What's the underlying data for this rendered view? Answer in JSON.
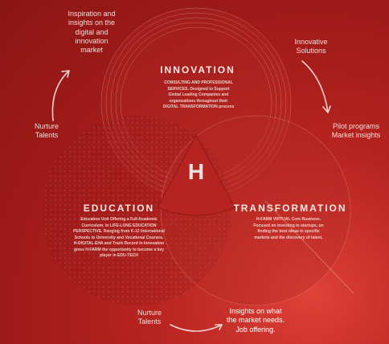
{
  "corners": {
    "top_left": "Inspiration and\ninsights on the\ndigital and\ninnovation\nmarket",
    "top_right": "Innovative\nSolutions",
    "mid_left": "Nurture\nTalents",
    "mid_right": "Pilot programs\nMarket insights",
    "bottom_left": "Nurture\nTalents",
    "bottom_right": "Insights on what\nthe market needs.\nJob offering."
  },
  "sections": {
    "innovation": {
      "title": "INNOVATION",
      "desc": "CONSULTING AND PROFESSIONAL\nSERVICES. Designed to Support\nGlobal Leading Companies and\norganizations throughout their\nDIGITAL TRANSFORMATION process"
    },
    "education": {
      "title": "EDUCATION",
      "desc": "Education Unit Offering a Full Academic\nCurriculum. In LIFE-LONG EDUCATION\nPERSPECTIVE. Ranging from K-12 International\nSchools to University and Vocational Courses.\nH-DIGITAL EHA and Track Record in Innovation\ngives H-FARM the opportunity to become a key\nplayer in EDU-TECH"
    },
    "transformation": {
      "title": "TRANSFORMATION",
      "desc": "H-FARM VIRTUAL Core Business.\nFocused on investing in startups, on\nfinding the best ideas in specific\nmarkets and the discovery of talent."
    }
  },
  "center_logo": "H",
  "colors": {
    "background": "#a61c1a",
    "accent_light": "#f3d9d6",
    "logo_triangle": "#b52420"
  }
}
